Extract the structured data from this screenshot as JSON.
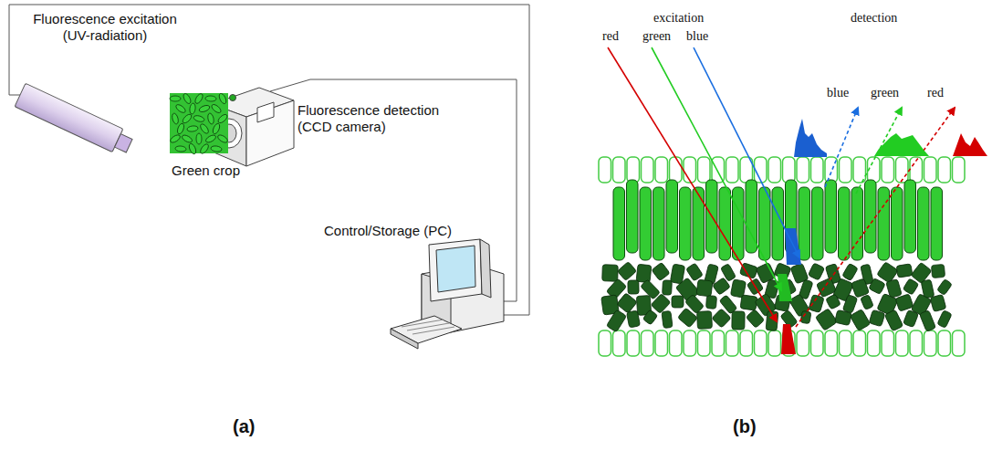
{
  "diagram": {
    "labels": [
      "Fluorescence excitation (UV-radiation)",
      "Fluorescence detection (CCD camera)",
      "Green crop",
      "Control/Storage (PC)",
      "(a)",
      "excitation",
      "red",
      "green",
      "blue",
      "detection",
      "blue",
      "green",
      "red",
      "(b)"
    ]
  }
}
